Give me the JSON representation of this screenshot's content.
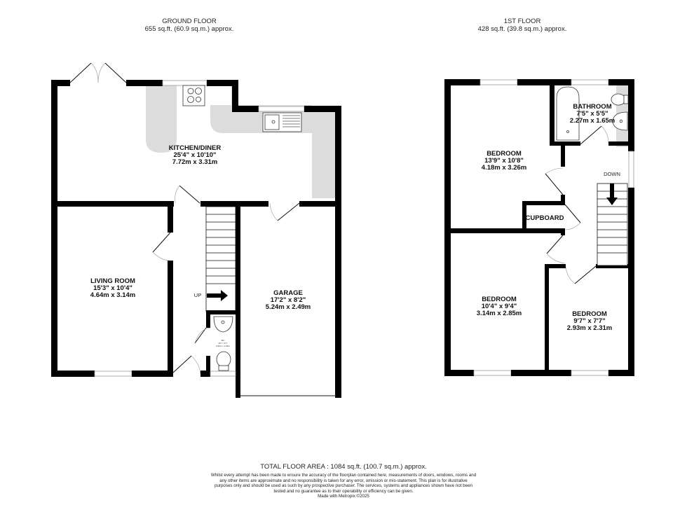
{
  "ground_floor": {
    "title": "GROUND FLOOR",
    "area": "655 sq.ft. (60.9 sq.m.) approx.",
    "rooms": {
      "kitchen": {
        "name": "KITCHEN/DINER",
        "imperial": "25'4\"  x 10'10\"",
        "metric": "7.72m  x 3.31m"
      },
      "living": {
        "name": "LIVING ROOM",
        "imperial": "15'3\"  x 10'4\"",
        "metric": "4.64m  x 3.14m"
      },
      "garage": {
        "name": "GARAGE",
        "imperial": "17'2\"  x 8'2\"",
        "metric": "5.24m  x 2.49m"
      },
      "wc": {
        "name": "WC",
        "imperial": "3'0\" x 3'7\"",
        "metric": "0.92m x 1.09m"
      }
    },
    "stairs_label": "UP"
  },
  "first_floor": {
    "title": "1ST FLOOR",
    "area": "428 sq.ft. (39.8 sq.m.) approx.",
    "rooms": {
      "bedroom1": {
        "name": "BEDROOM",
        "imperial": "13'9\"  x 10'8\"",
        "metric": "4.18m  x 3.26m"
      },
      "bathroom": {
        "name": "BATHROOM",
        "imperial": "7'5\"  x 5'5\"",
        "metric": "2.27m  x 1.65m"
      },
      "cupboard": {
        "name": "CUPBOARD"
      },
      "bedroom2": {
        "name": "BEDROOM",
        "imperial": "10'4\"  x 9'4\"",
        "metric": "3.14m  x 2.85m"
      },
      "bedroom3": {
        "name": "BEDROOM",
        "imperial": "9'7\"  x 7'7\"",
        "metric": "2.93m  x 2.31m"
      }
    },
    "stairs_label": "DOWN"
  },
  "footer": {
    "total": "TOTAL FLOOR AREA : 1084 sq.ft. (100.7 sq.m.) approx.",
    "disclaimer": "Whilst every attempt has been made to ensure the accuracy of the floorplan contained here, measurements of doors, windows, rooms and any other items are approximate and no responsibility is taken for any error, omission or mis-statement. This plan is for illustrative purposes only and should be used as such by any prospective purchaser. The services, systems and appliances shown have not been tested and no guarantee as to their operability or efficiency can be given.",
    "made_with": "Made with Metropix ©2025"
  }
}
